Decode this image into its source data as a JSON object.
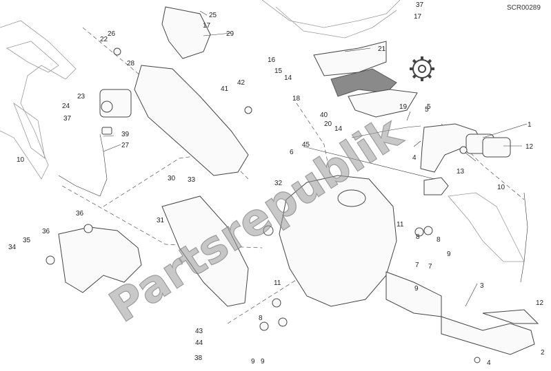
{
  "diagram": {
    "code": "SCR00289",
    "watermark_text": "Partsrepublik",
    "callouts": [
      "1",
      "2",
      "3",
      "4",
      "4",
      "5",
      "5",
      "6",
      "7",
      "7",
      "8",
      "8",
      "8",
      "9",
      "9",
      "9",
      "9",
      "10",
      "10",
      "11",
      "11",
      "12",
      "12",
      "13",
      "14",
      "14",
      "15",
      "16",
      "17",
      "17",
      "18",
      "19",
      "20",
      "21",
      "22",
      "23",
      "24",
      "25",
      "26",
      "27",
      "28",
      "29",
      "30",
      "31",
      "32",
      "33",
      "34",
      "35",
      "36",
      "36",
      "37",
      "37",
      "38",
      "39",
      "40",
      "41",
      "42",
      "43",
      "44",
      "45"
    ],
    "colors": {
      "line": "#444444",
      "watermark": "#9a9a9a",
      "shield": "#8a8a8a",
      "background": "#ffffff"
    },
    "icons": [
      "gear-icon"
    ]
  }
}
